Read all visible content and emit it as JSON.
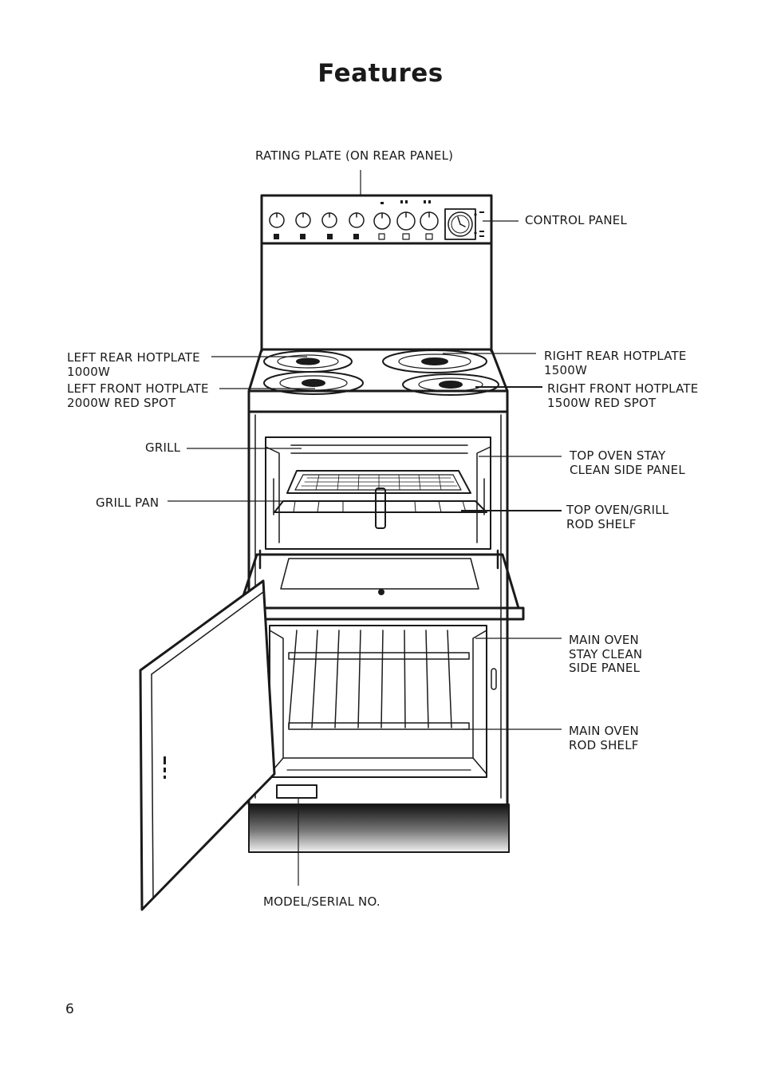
{
  "page": {
    "title": "Features",
    "page_number": "6"
  },
  "labels": {
    "rating_plate": "RATING PLATE (ON REAR PANEL)",
    "control_panel": "CONTROL PANEL",
    "left_rear_hotplate": "LEFT REAR HOTPLATE\n1000W",
    "left_front_hotplate": "LEFT FRONT HOTPLATE\n2000W RED SPOT",
    "right_rear_hotplate": "RIGHT REAR HOTPLATE\n1500W",
    "right_front_hotplate": "RIGHT FRONT HOTPLATE\n1500W RED SPOT",
    "grill": "GRILL",
    "grill_pan": "GRILL PAN",
    "top_oven_stay_clean": "TOP OVEN STAY\nCLEAN SIDE PANEL",
    "top_oven_grill_shelf": "TOP OVEN/GRILL\nROD SHELF",
    "main_oven_stay_clean": "MAIN OVEN\nSTAY CLEAN\nSIDE PANEL",
    "main_oven_shelf": "MAIN OVEN\nROD SHELF",
    "model_serial": "MODEL/SERIAL NO."
  },
  "colors": {
    "ink": "#1a1a1a",
    "paper": "#ffffff"
  }
}
